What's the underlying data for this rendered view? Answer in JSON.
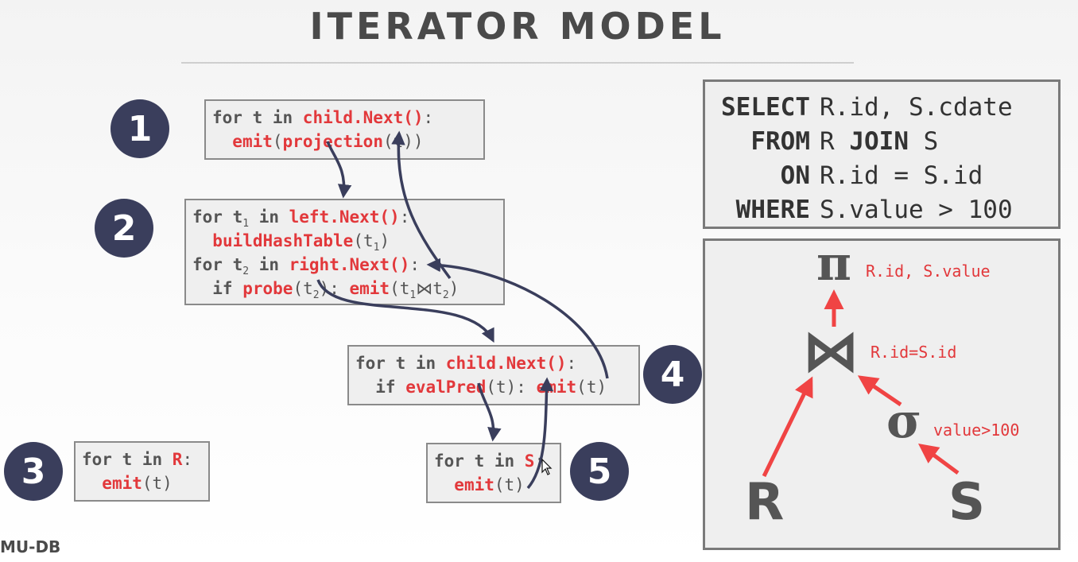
{
  "title": "ITERATOR MODEL",
  "operators": [
    {
      "badge": "1",
      "lines": [
        [
          {
            "t": "for t in ",
            "c": "kw"
          },
          {
            "t": "child.Next()",
            "c": "fn"
          },
          {
            "t": ":",
            "c": "pl"
          }
        ],
        [
          {
            "t": "  ",
            "c": "pl"
          },
          {
            "t": "emit",
            "c": "fn"
          },
          {
            "t": "(",
            "c": "pl"
          },
          {
            "t": "projection",
            "c": "fn"
          },
          {
            "t": "(t))",
            "c": "pl"
          }
        ]
      ]
    },
    {
      "badge": "2",
      "lines": [
        [
          {
            "t": "for t",
            "c": "kw"
          },
          {
            "t": "1",
            "c": "sub"
          },
          {
            "t": " in ",
            "c": "kw"
          },
          {
            "t": "left.Next()",
            "c": "fn"
          },
          {
            "t": ":",
            "c": "pl"
          }
        ],
        [
          {
            "t": "  ",
            "c": "pl"
          },
          {
            "t": "buildHashTable",
            "c": "fn"
          },
          {
            "t": "(t",
            "c": "pl"
          },
          {
            "t": "1",
            "c": "sub"
          },
          {
            "t": ")",
            "c": "pl"
          }
        ],
        [
          {
            "t": "for t",
            "c": "kw"
          },
          {
            "t": "2",
            "c": "sub"
          },
          {
            "t": " in ",
            "c": "kw"
          },
          {
            "t": "right.Next()",
            "c": "fn"
          },
          {
            "t": ":",
            "c": "pl"
          }
        ],
        [
          {
            "t": "  if ",
            "c": "kw"
          },
          {
            "t": "probe",
            "c": "fn"
          },
          {
            "t": "(t",
            "c": "pl"
          },
          {
            "t": "2",
            "c": "sub"
          },
          {
            "t": "): ",
            "c": "pl"
          },
          {
            "t": "emit",
            "c": "fn"
          },
          {
            "t": "(t",
            "c": "pl"
          },
          {
            "t": "1",
            "c": "sub"
          },
          {
            "t": "⋈t",
            "c": "pl"
          },
          {
            "t": "2",
            "c": "sub"
          },
          {
            "t": ")",
            "c": "pl"
          }
        ]
      ]
    },
    {
      "badge": "3",
      "lines": [
        [
          {
            "t": "for t in ",
            "c": "kw"
          },
          {
            "t": "R",
            "c": "fn"
          },
          {
            "t": ":",
            "c": "pl"
          }
        ],
        [
          {
            "t": "  ",
            "c": "pl"
          },
          {
            "t": "emit",
            "c": "fn"
          },
          {
            "t": "(t)",
            "c": "pl"
          }
        ]
      ]
    },
    {
      "badge": "4",
      "lines": [
        [
          {
            "t": "for t in ",
            "c": "kw"
          },
          {
            "t": "child.Next()",
            "c": "fn"
          },
          {
            "t": ":",
            "c": "pl"
          }
        ],
        [
          {
            "t": "  if ",
            "c": "kw"
          },
          {
            "t": "evalPred",
            "c": "fn"
          },
          {
            "t": "(t): ",
            "c": "pl"
          },
          {
            "t": "emit",
            "c": "fn"
          },
          {
            "t": "(t)",
            "c": "pl"
          }
        ]
      ]
    },
    {
      "badge": "5",
      "lines": [
        [
          {
            "t": "for t in ",
            "c": "kw"
          },
          {
            "t": "S",
            "c": "fn"
          },
          {
            "t": ":",
            "c": "pl"
          }
        ],
        [
          {
            "t": "  ",
            "c": "pl"
          },
          {
            "t": "emit",
            "c": "fn"
          },
          {
            "t": "(t)",
            "c": "pl"
          }
        ]
      ]
    }
  ],
  "sql": [
    {
      "kw": "SELECT",
      "rest": "R.id, S.cdate",
      "mid_kw": ""
    },
    {
      "kw": "FROM",
      "rest": "R ",
      "mid_kw": "JOIN",
      "tail": " S"
    },
    {
      "kw": "ON",
      "rest": "R.id = S.id",
      "mid_kw": ""
    },
    {
      "kw": "WHERE",
      "rest": "S.value > 100",
      "mid_kw": ""
    }
  ],
  "plan": {
    "projection_symbol": "π",
    "projection_label": "R.id, S.value",
    "join_symbol": "⋈",
    "join_label": "R.id=S.id",
    "selection_symbol": "σ",
    "selection_label": "value>100",
    "left_leaf": "R",
    "right_leaf": "S"
  },
  "logo": "MU-DB",
  "colors": {
    "badge": "#3a3e5c",
    "highlight": "#e2383b",
    "arrow": "#3a3e5c",
    "tree_arrow": "#f04444"
  }
}
